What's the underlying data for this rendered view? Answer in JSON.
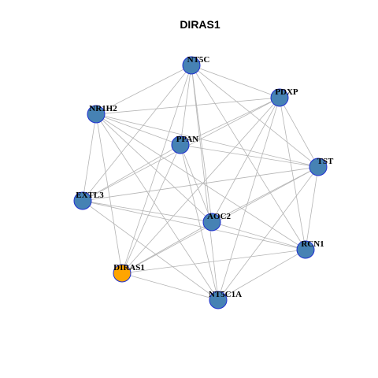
{
  "title": "DIRAS1",
  "colors": {
    "node_default": "#4682b4",
    "node_highlight": "#ffa500",
    "node_border": "#1f2fd0",
    "edge": "#b4b4b4",
    "background": "#ffffff"
  },
  "nodes": [
    {
      "id": "NT5C",
      "label": "NT5C",
      "highlight": false
    },
    {
      "id": "PDXP",
      "label": "PDXP",
      "highlight": false
    },
    {
      "id": "NR1H2",
      "label": "NR1H2",
      "highlight": false
    },
    {
      "id": "PPAN",
      "label": "PPAN",
      "highlight": false
    },
    {
      "id": "TST",
      "label": "TST",
      "highlight": false
    },
    {
      "id": "EXTL3",
      "label": "EXTL3",
      "highlight": false
    },
    {
      "id": "AOC2",
      "label": "AOC2",
      "highlight": false
    },
    {
      "id": "RCN1",
      "label": "RCN1",
      "highlight": false
    },
    {
      "id": "DIRAS1",
      "label": "DIRAS1",
      "highlight": true
    },
    {
      "id": "NT5C1A",
      "label": "NT5C1A",
      "highlight": false
    }
  ],
  "edges": [
    [
      "NT5C",
      "PDXP"
    ],
    [
      "NT5C",
      "NR1H2"
    ],
    [
      "NT5C",
      "PPAN"
    ],
    [
      "NT5C",
      "TST"
    ],
    [
      "NT5C",
      "EXTL3"
    ],
    [
      "NT5C",
      "AOC2"
    ],
    [
      "NT5C",
      "RCN1"
    ],
    [
      "NT5C",
      "DIRAS1"
    ],
    [
      "NT5C",
      "NT5C1A"
    ],
    [
      "PDXP",
      "NR1H2"
    ],
    [
      "PDXP",
      "PPAN"
    ],
    [
      "PDXP",
      "TST"
    ],
    [
      "PDXP",
      "EXTL3"
    ],
    [
      "PDXP",
      "AOC2"
    ],
    [
      "PDXP",
      "RCN1"
    ],
    [
      "PDXP",
      "DIRAS1"
    ],
    [
      "PDXP",
      "NT5C1A"
    ],
    [
      "NR1H2",
      "PPAN"
    ],
    [
      "NR1H2",
      "TST"
    ],
    [
      "NR1H2",
      "EXTL3"
    ],
    [
      "NR1H2",
      "AOC2"
    ],
    [
      "NR1H2",
      "RCN1"
    ],
    [
      "NR1H2",
      "DIRAS1"
    ],
    [
      "NR1H2",
      "NT5C1A"
    ],
    [
      "PPAN",
      "TST"
    ],
    [
      "PPAN",
      "EXTL3"
    ],
    [
      "PPAN",
      "AOC2"
    ],
    [
      "PPAN",
      "DIRAS1"
    ],
    [
      "PPAN",
      "NT5C1A"
    ],
    [
      "TST",
      "EXTL3"
    ],
    [
      "TST",
      "AOC2"
    ],
    [
      "TST",
      "RCN1"
    ],
    [
      "TST",
      "DIRAS1"
    ],
    [
      "TST",
      "NT5C1A"
    ],
    [
      "EXTL3",
      "AOC2"
    ],
    [
      "EXTL3",
      "RCN1"
    ],
    [
      "EXTL3",
      "NT5C1A"
    ],
    [
      "AOC2",
      "RCN1"
    ],
    [
      "AOC2",
      "DIRAS1"
    ],
    [
      "RCN1",
      "DIRAS1"
    ],
    [
      "RCN1",
      "NT5C1A"
    ],
    [
      "DIRAS1",
      "NT5C1A"
    ]
  ]
}
